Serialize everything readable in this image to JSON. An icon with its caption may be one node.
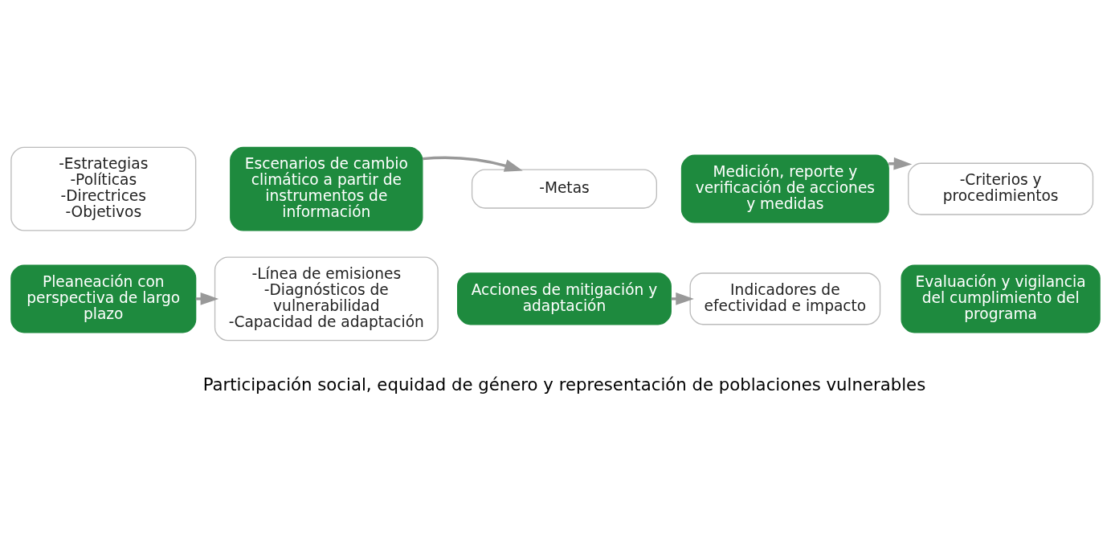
{
  "diagram": {
    "nodes": [
      {
        "text": [
          "-Estrategias",
          "-Políticas",
          "-Directrices",
          "-Objetivos"
        ]
      },
      {
        "text": [
          "Pleaneación con perspectiva de largo plazo"
        ]
      },
      {
        "text": [
          "Escenarios de cambio climático a partir de instrumentos de información"
        ]
      },
      {
        "text": [
          "-Línea de emisiones",
          "-Diagnósticos de vulnerabilidad",
          "-Capacidad de adaptación"
        ]
      },
      {
        "text": [
          "-Metas"
        ]
      },
      {
        "text": [
          "Acciones de mitigación y adaptación"
        ]
      },
      {
        "text": [
          "Medición, reporte y verificación de acciones y medidas"
        ]
      },
      {
        "text": [
          "Indicadores de efectividad e impacto"
        ]
      },
      {
        "text": [
          "-Criterios y procedimientos"
        ]
      },
      {
        "text": [
          "Evaluación y vigilancia del cumplimiento del programa"
        ]
      }
    ],
    "edges": [
      {
        "from": 1,
        "to": 3,
        "arrow": "to"
      },
      {
        "from": 2,
        "to": 4,
        "arrow": "to"
      },
      {
        "from": 5,
        "to": 7,
        "arrow": "to"
      },
      {
        "from": 6,
        "to": 8,
        "arrow": "to"
      }
    ],
    "labels": [
      "Participación social, equidad de género y representación de poblaciones vulnerables"
    ]
  }
}
